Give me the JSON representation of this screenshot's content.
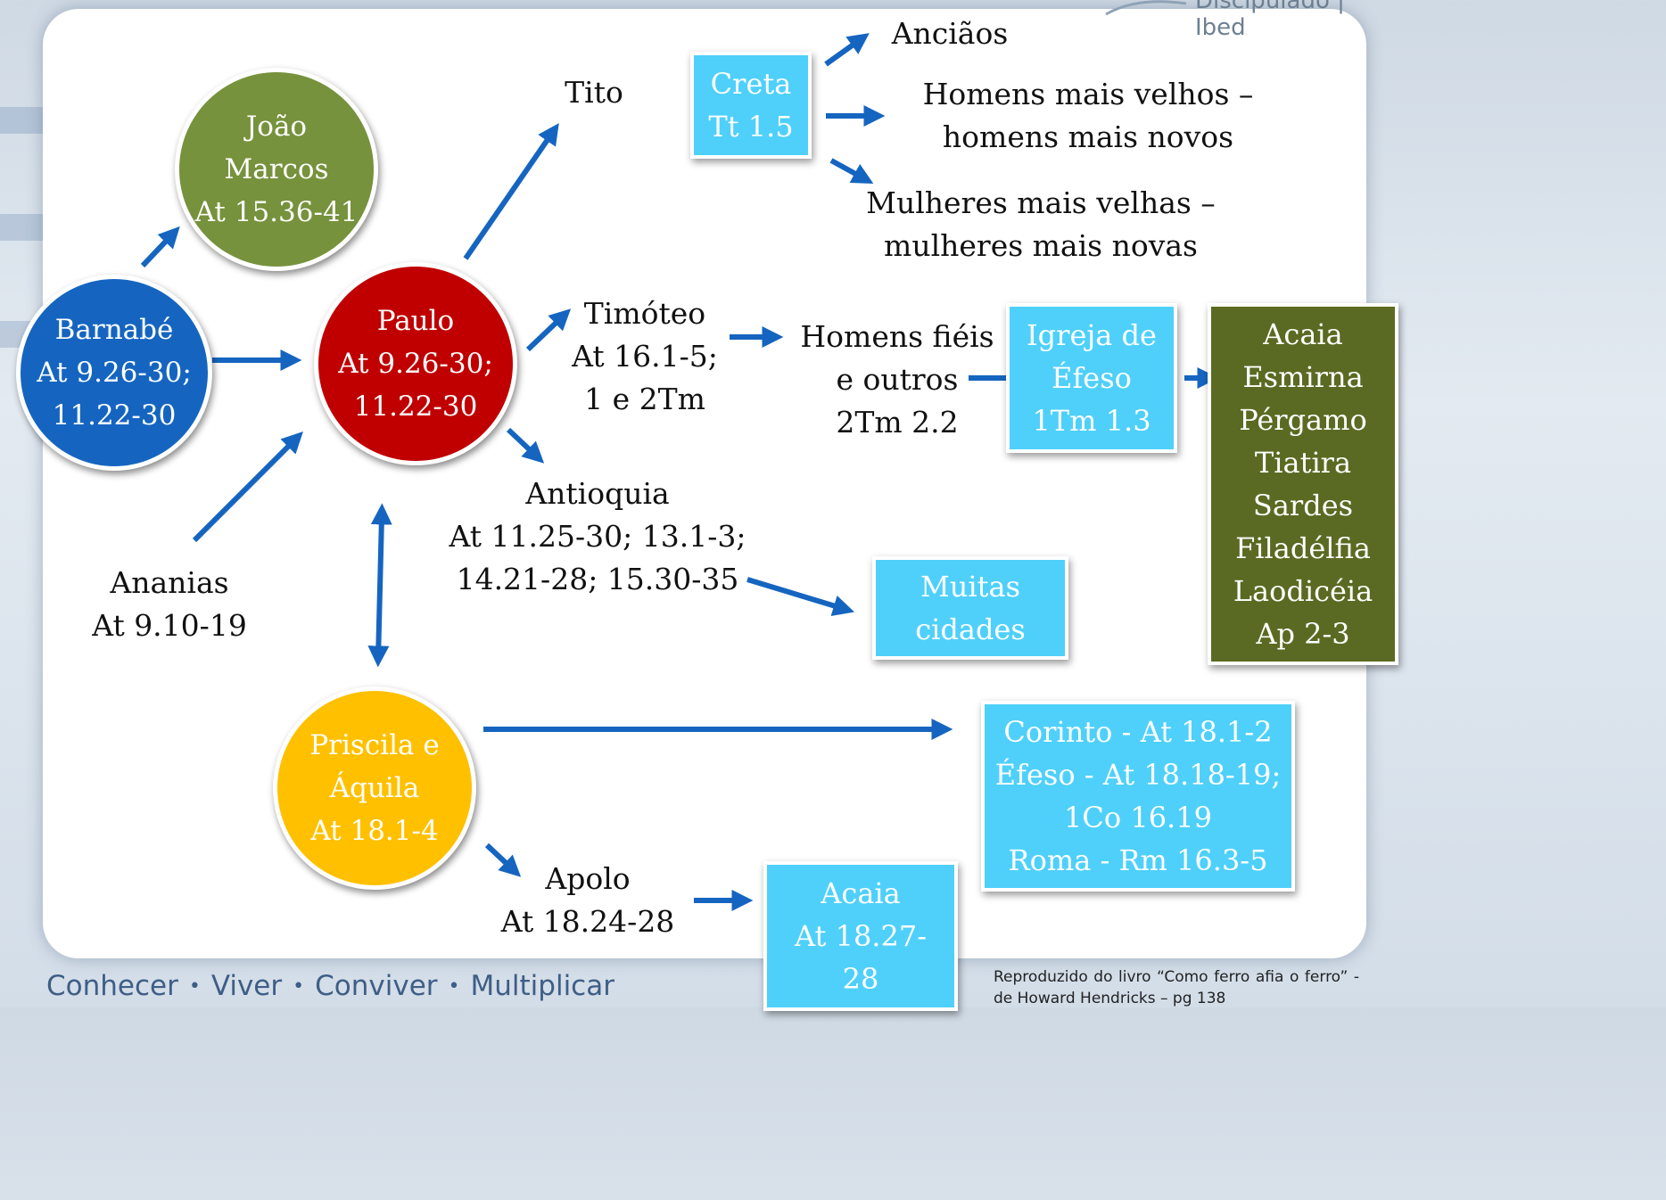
{
  "brand": {
    "logo_text": "Discipulado | Ibed"
  },
  "nodes": {
    "barnabe": "Barnabé\nAt 9.26-30;\n11.22-30",
    "joao_marcos": "João\nMarcos\nAt 15.36-41",
    "paulo": "Paulo\nAt 9.26-30;\n11.22-30",
    "ananias": "Ananias\nAt 9.10-19",
    "tito": "Tito",
    "creta": "Creta\nTt 1.5",
    "ancioes": "Anciãos",
    "homens": "Homens mais velhos –\nhomens mais novos",
    "mulheres": "Mulheres mais velhas –\nmulheres mais novas",
    "timoteo": "Timóteo\nAt 16.1-5;\n1 e 2Tm",
    "homens_fieis": "Homens fiéis\ne outros\n2Tm 2.2",
    "igreja_efeso": "Igreja de\nÉfeso\n1Tm 1.3",
    "cidades_ap": "Acaia\nEsmirna\nPérgamo\nTiatira\nSardes\nFiladélfia\nLaodicéia\nAp 2-3",
    "antioquia": "Antioquia\nAt 11.25-30; 13.1-3;\n14.21-28; 15.30-35",
    "muitas_cidades": "Muitas\ncidades",
    "priscila": "Priscila e\nÁquila\nAt 18.1-4",
    "corinto": "Corinto - At 18.1-2\nÉfeso - At 18.18-19;\n1Co 16.19\nRoma - Rm 16.3-5",
    "apolo": "Apolo\nAt 18.24-28",
    "acaia": "Acaia\nAt 18.27-\n28"
  },
  "footer": {
    "items": [
      "Conhecer",
      "Viver",
      "Conviver",
      "Multiplicar"
    ],
    "separator": "•",
    "credit": "Reproduzido do livro “Como ferro afia o ferro” - de Howard Hendricks – pg 138"
  },
  "colors": {
    "arrow": "#1565c0",
    "barnabe": "#1565c0",
    "joao_marcos": "#76923c",
    "paulo": "#c00000",
    "priscila": "#ffc000",
    "box_cyan": "#4fd0fb",
    "box_olive": "#5a6a22"
  }
}
